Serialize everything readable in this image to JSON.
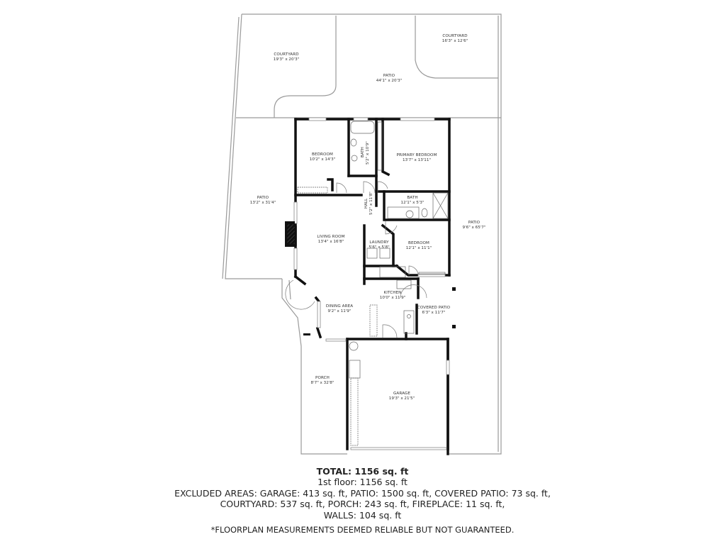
{
  "rooms": {
    "courtyard_left": {
      "name": "COURTYARD",
      "dim": "19'3\" x 20'3\""
    },
    "patio_top": {
      "name": "PATIO",
      "dim": "44'1\" x 20'3\""
    },
    "courtyard_right": {
      "name": "COURTYARD",
      "dim": "16'3\" x 12'6\""
    },
    "bedroom_left": {
      "name": "BEDROOM",
      "dim": "10'2\" x 14'3\""
    },
    "bath_hall": {
      "name": "BATH",
      "dim": "5'2\" x 10'9\""
    },
    "primary_bedroom": {
      "name": "PRIMARY BEDROOM",
      "dim": "13'7\" x 13'11\""
    },
    "patio_left": {
      "name": "PATIO",
      "dim": "13'2\" x 31'4\""
    },
    "hall": {
      "name": "HALL",
      "dim": "5'2\" x 11'8\""
    },
    "bath_primary": {
      "name": "BATH",
      "dim": "12'1\" x 5'3\""
    },
    "patio_right": {
      "name": "PATIO",
      "dim": "9'6\" x 65'7\""
    },
    "living_room": {
      "name": "LIVING ROOM",
      "dim": "13'4\" x 16'8\""
    },
    "laundry": {
      "name": "LAUNDRY",
      "dim": "5'6\" x 5'8\""
    },
    "bedroom_right": {
      "name": "BEDROOM",
      "dim": "12'1\" x 11'1\""
    },
    "kitchen": {
      "name": "KITCHEN",
      "dim": "10'0\" x 11'9\""
    },
    "dining_area": {
      "name": "DINING AREA",
      "dim": "9'2\" x 11'9\""
    },
    "covered_patio": {
      "name": "COVERED PATIO",
      "dim": "6'3\" x 11'7\""
    },
    "porch": {
      "name": "PORCH",
      "dim": "8'7\" x 32'8\""
    },
    "garage": {
      "name": "GARAGE",
      "dim": "19'3\" x 21'5\""
    }
  },
  "summary": {
    "total": "TOTAL: 1156 sq. ft",
    "first_floor": "1st floor: 1156 sq. ft",
    "excluded_line1": "EXCLUDED AREAS: GARAGE: 413 sq. ft, PATIO: 1500 sq. ft, COVERED PATIO: 73 sq. ft,",
    "excluded_line2": "COURTYARD: 537 sq. ft, PORCH: 243 sq. ft, FIREPLACE: 11 sq. ft,",
    "excluded_line3": "WALLS: 104 sq. ft",
    "disclaimer": "*FLOORPLAN MEASUREMENTS DEEMED RELIABLE BUT NOT GUARANTEED."
  },
  "colors": {
    "wall": "#111111",
    "outline": "#9a9a9a",
    "window": "#d8d8d8",
    "text": "#333333"
  }
}
